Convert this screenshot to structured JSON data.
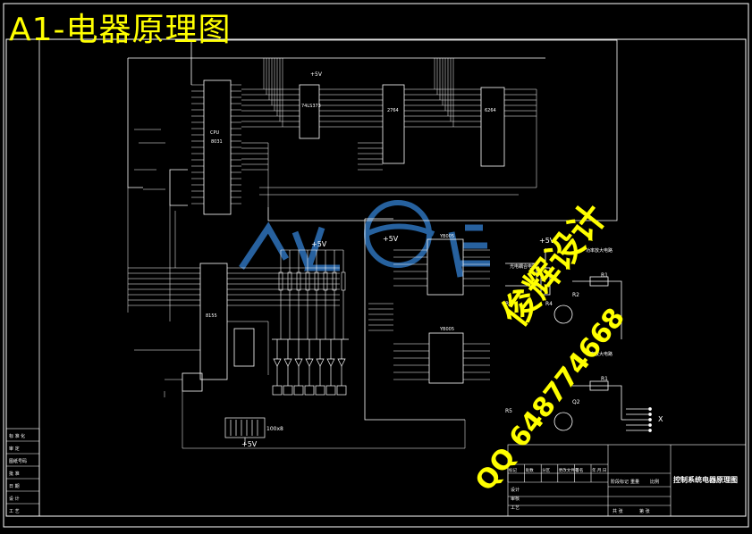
{
  "sheet_title": "A1-电器原理图",
  "drawing_name": "控制系统电器原理图",
  "watermark": {
    "line1": "俊辉设计",
    "line2": "QQ 648774668"
  },
  "chips": {
    "cpu": "CPU",
    "cpu_chip": "8031",
    "latch": "74LS373",
    "eprom": "2764",
    "ram": "6264",
    "io": "8155",
    "driver1": "YB005",
    "driver2": "YB005"
  },
  "labels": {
    "vcc_top": "+5V",
    "vcc_mid1": "+5V",
    "vcc_mid2": "+5V",
    "vcc_right": "+5V",
    "vcc_bottom": "+5V",
    "resnet": "100x8",
    "x_out": "X",
    "r1a": "R1",
    "r1b": "R1",
    "r5a": "R5",
    "r5b": "R5",
    "r4": "R4",
    "r2": "R2",
    "q2": "Q2",
    "pre_amp": "功率放大电路",
    "pre_amp2": "功率放大电路",
    "sensor": "光电耦合电路"
  },
  "title_block": {
    "left_col": [
      "标 准 化",
      "审 定",
      "图纸号码",
      "批 准",
      "日 期",
      "设 计",
      "工 艺"
    ],
    "head": [
      "标记",
      "处数",
      "分区",
      "更改文件号",
      "签名",
      "年.月.日"
    ],
    "rows": [
      "设计",
      "审核",
      "工艺"
    ],
    "stage": [
      "阶段标记",
      "重量",
      "比例"
    ],
    "sheet": [
      "共 张",
      "第 张"
    ]
  },
  "colors": {
    "line": "#ffffff",
    "title": "#ffff00",
    "logo": "#2b6cb0",
    "bg": "#000000"
  }
}
